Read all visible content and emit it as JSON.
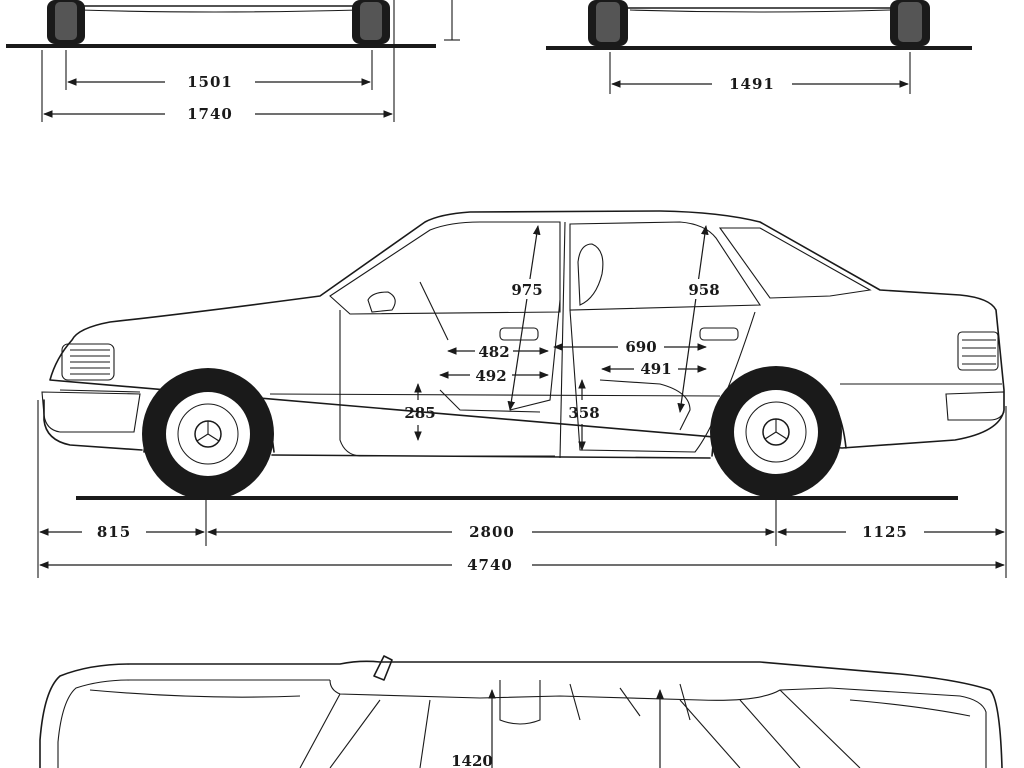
{
  "dimensions": {
    "front_track": "1501",
    "front_width": "1740",
    "rear_track": "1491",
    "front_overhang": "815",
    "wheelbase": "2800",
    "rear_overhang": "1125",
    "overall_length": "4740",
    "front_headroom": "975",
    "rear_headroom": "958",
    "front_seat_depth": "482",
    "front_legroom": "492",
    "front_seat_height": "285",
    "rear_legroom": "690",
    "rear_seat_depth": "491",
    "rear_seat_height": "358",
    "interior_width": "1420"
  }
}
